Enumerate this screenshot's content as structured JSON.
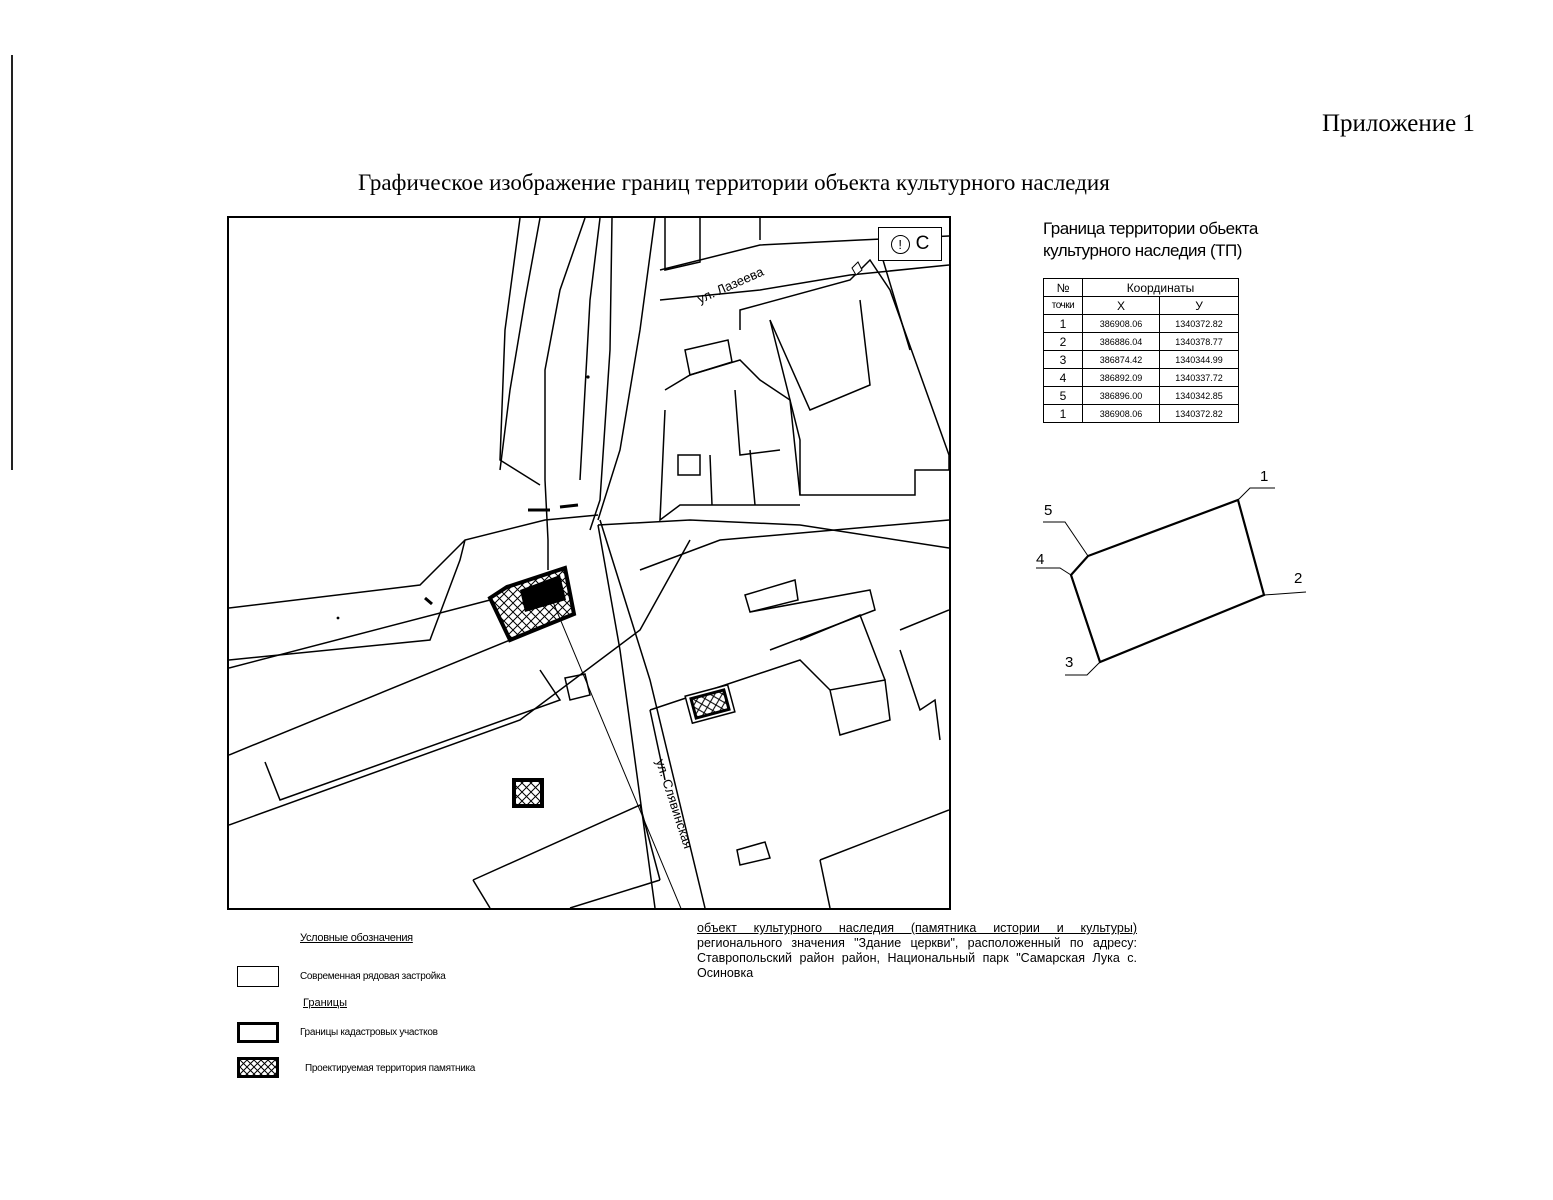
{
  "header": {
    "appendix": "Приложение 1",
    "title": "Графическое изображение границ территории объекта культурного наследия"
  },
  "map": {
    "north_letter": "С",
    "north_symbol": "!",
    "streets": {
      "lazeeva": "ул. Лазеева",
      "slavinskaya": "ул. Слявинская"
    }
  },
  "table": {
    "title_line1": "Граница территории обьекта",
    "title_line2": "культурного наследия (ТП)",
    "col_num": "№",
    "col_num_sub": "точки",
    "col_coords": "Координаты",
    "col_x": "X",
    "col_y": "У",
    "rows": [
      {
        "n": "1",
        "x": "386908.06",
        "y": "1340372.82"
      },
      {
        "n": "2",
        "x": "386886.04",
        "y": "1340378.77"
      },
      {
        "n": "3",
        "x": "386874.42",
        "y": "1340344.99"
      },
      {
        "n": "4",
        "x": "386892.09",
        "y": "1340337.72"
      },
      {
        "n": "5",
        "x": "386896.00",
        "y": "1340342.85"
      },
      {
        "n": "1",
        "x": "386908.06",
        "y": "1340372.82"
      }
    ]
  },
  "plot_labels": {
    "p1": "1",
    "p2": "2",
    "p3": "3",
    "p4": "4",
    "p5": "5"
  },
  "legend": {
    "title": "Условные обозначения",
    "modern": "Современная рядовая застройка",
    "borders": "Границы",
    "cadastral": "Границы кадастровых участков",
    "projected": "Проектируемая территория памятника"
  },
  "description": {
    "line1": "объект культурного наследия (памятника истории и культуры)",
    "rest": "регионального значения \"Здание церкви\", расположенный по адресу: Ставропольский район район, Национальный парк \"Самарская Лука с. Осиновка"
  }
}
